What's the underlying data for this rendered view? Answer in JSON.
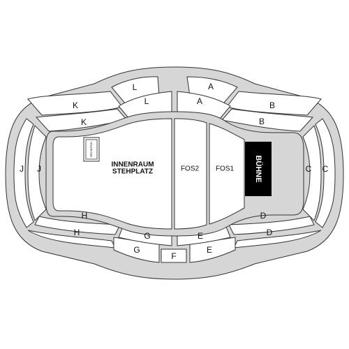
{
  "map": {
    "colors": {
      "concourse": "#d6d6d6",
      "section": "#ffffff",
      "outline": "#333333",
      "stage": "#000000",
      "text": "#111111"
    },
    "floor": {
      "innenraum_line1": "INNENRAUM",
      "innenraum_line2": "STEHPLATZ",
      "fos2": "FOS2",
      "fos1": "FOS1",
      "stage": "BÜHNE",
      "booth": "REGIE/FOH"
    },
    "sections": {
      "L_outer": "L",
      "A_outer": "A",
      "L_inner": "L",
      "A_inner": "A",
      "K_outer": "K",
      "B_outer": "B",
      "K_inner": "K",
      "B_inner": "B",
      "J_outer": "J",
      "J_inner": "J",
      "C_inner": "C",
      "C_outer": "C",
      "H_inner": "H",
      "D_inner": "D",
      "H_outer": "H",
      "D_outer": "D",
      "G_inner": "G",
      "E_inner": "E",
      "G_outer": "G",
      "F": "F",
      "E_outer": "E"
    }
  }
}
